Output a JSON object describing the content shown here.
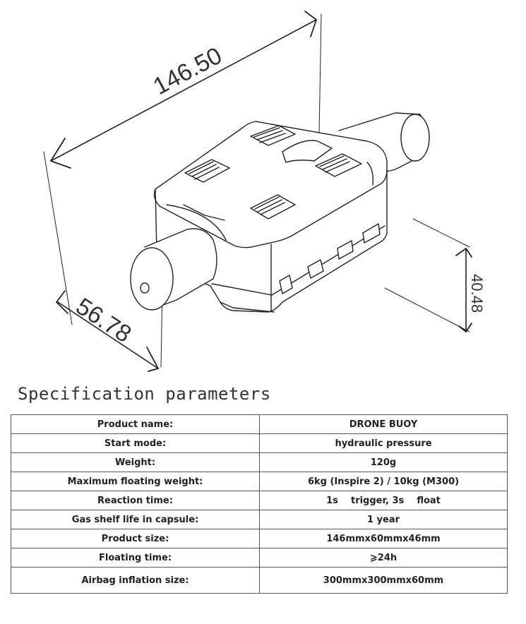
{
  "drawing": {
    "dim_length": "146.50",
    "dim_width": "56.78",
    "dim_height": "40.48"
  },
  "spec": {
    "title": "Specification parameters",
    "rows": [
      {
        "label": "Product name:",
        "value": "DRONE BUOY"
      },
      {
        "label": "Start mode:",
        "value": "hydraulic pressure"
      },
      {
        "label": "Weight:",
        "value": "120g"
      },
      {
        "label": "Maximum floating weight:",
        "value": "6kg (Inspire 2) / 10kg (M300)"
      },
      {
        "label": "Reaction time:",
        "value": "1s    trigger, 3s    float"
      },
      {
        "label": "Gas shelf life in capsule:",
        "value": "1 year"
      },
      {
        "label": "Product size:",
        "value": "146mmx60mmx46mm"
      },
      {
        "label": "Floating time:",
        "value": "⩾24h"
      },
      {
        "label": "Airbag inflation size:",
        "value": "300mmx300mmx60mm"
      }
    ]
  }
}
